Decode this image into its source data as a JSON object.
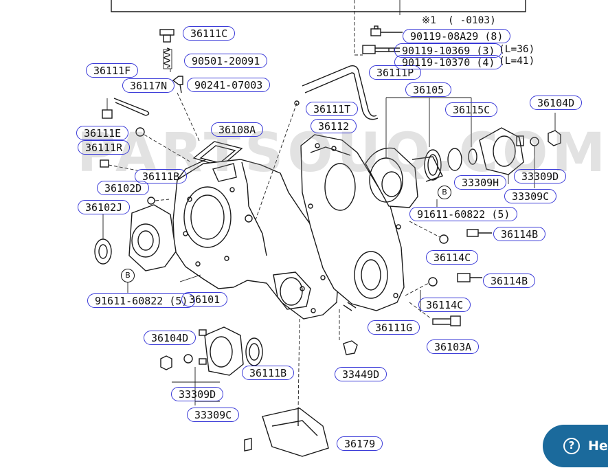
{
  "watermark": {
    "text": "PARTSOUQ.COM"
  },
  "note": {
    "marker": "※1",
    "range": "( -0103)"
  },
  "callouts": [
    "36111C",
    "90501-20091",
    "90241-07003",
    "36111F",
    "36117N",
    "36111P",
    "90119-08A29 (8)",
    "90119-10369 (3)",
    "90119-10370 (4)",
    "36105",
    "36115C",
    "36104D",
    "36111T",
    "36108A",
    "36112",
    "36111E",
    "36111R",
    "36111B",
    "36102D",
    "36102J",
    "33309H",
    "33309D",
    "33309C",
    "91611-60822 (5)",
    "36114B",
    "36114C",
    "36114B",
    "36114C",
    "91611-60822 (5)",
    "36101",
    "36111G",
    "36103A",
    "36104D",
    "36111B",
    "33449D",
    "33309D",
    "33309C",
    "36179"
  ],
  "length_notes": [
    "(L=36)",
    "(L=41)"
  ],
  "circle_marks": [
    "B",
    "B"
  ],
  "help_widget": {
    "label": "He",
    "icon": "question-mark-icon"
  }
}
